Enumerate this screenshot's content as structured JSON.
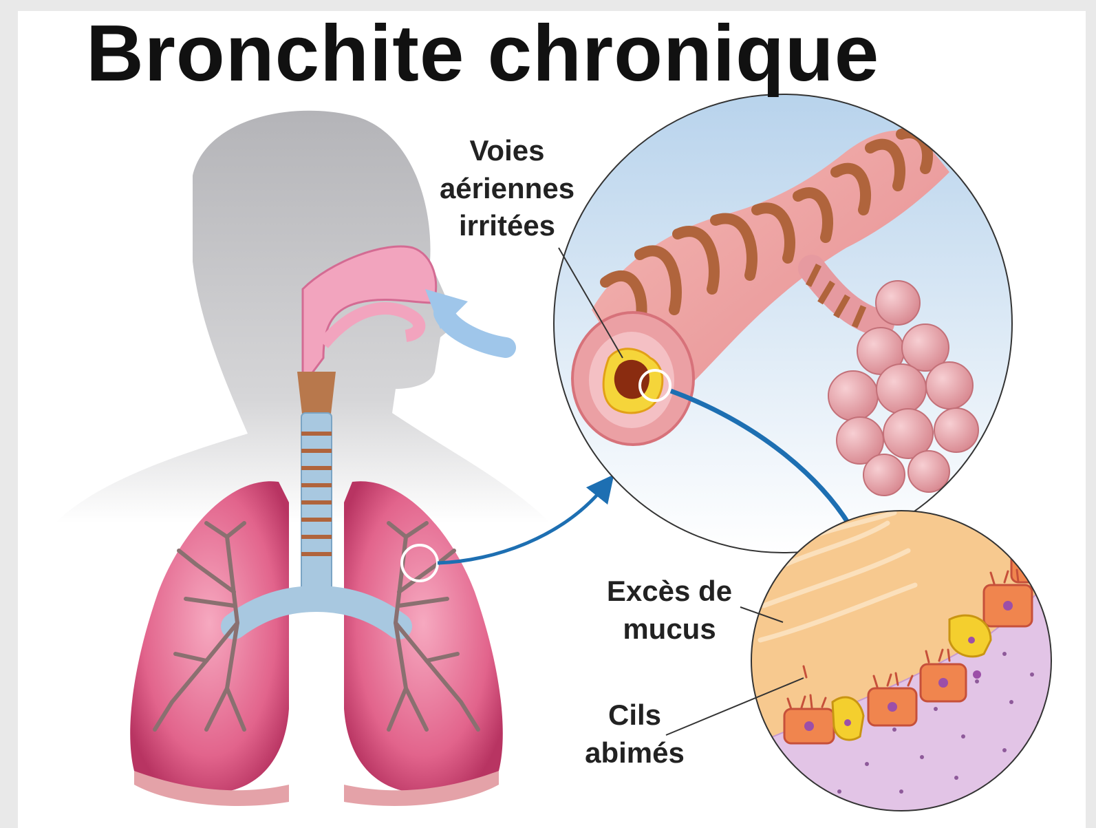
{
  "title": "Bronchite chronique",
  "labels": {
    "airways": [
      "Voies",
      "aériennes",
      "irritées"
    ],
    "mucus": [
      "Excès de",
      "mucus"
    ],
    "cilia": [
      "Cils",
      "abimés"
    ]
  },
  "colors": {
    "lung": "#d84c78",
    "trachea": "#a8c8e0",
    "bronchus": "#e8a0a0",
    "muscle_band": "#b0643c",
    "arrow": "#1d6fb2",
    "silhouette": "#bdbdc0"
  }
}
